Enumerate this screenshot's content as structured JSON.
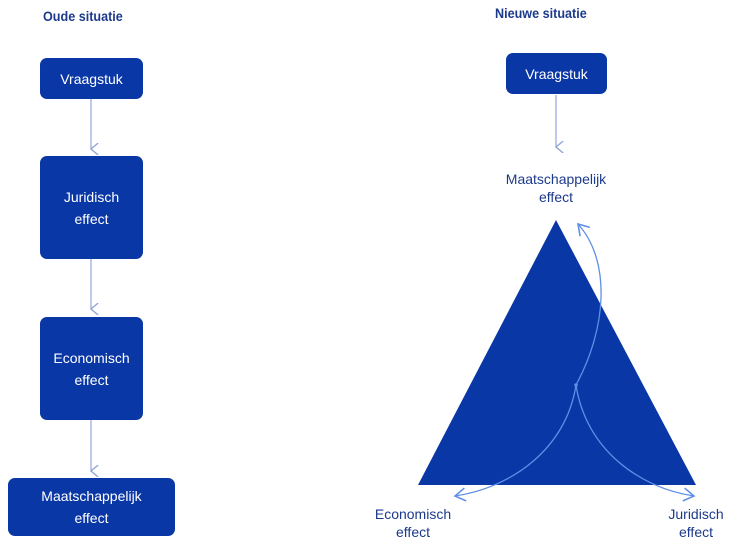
{
  "old": {
    "title": "Oude situatie",
    "steps": [
      "Vraagstuk",
      "Juridisch\neffect",
      "Economisch\neffect",
      "Maatschappelijk\neffect"
    ]
  },
  "new": {
    "title": "Nieuwe situatie",
    "start": "Vraagstuk",
    "top_label": "Maatschappelijk\neffect",
    "left_label": "Economisch\neffect",
    "right_label": "Juridisch\neffect"
  },
  "colors": {
    "box_fill": "#0a37a6",
    "arrow": "#93a8d8",
    "label_text": "#1c3a8c",
    "curve": "#5d8fe6"
  },
  "icons": [
    "arrow-down-icon",
    "curved-arrow-icon"
  ]
}
